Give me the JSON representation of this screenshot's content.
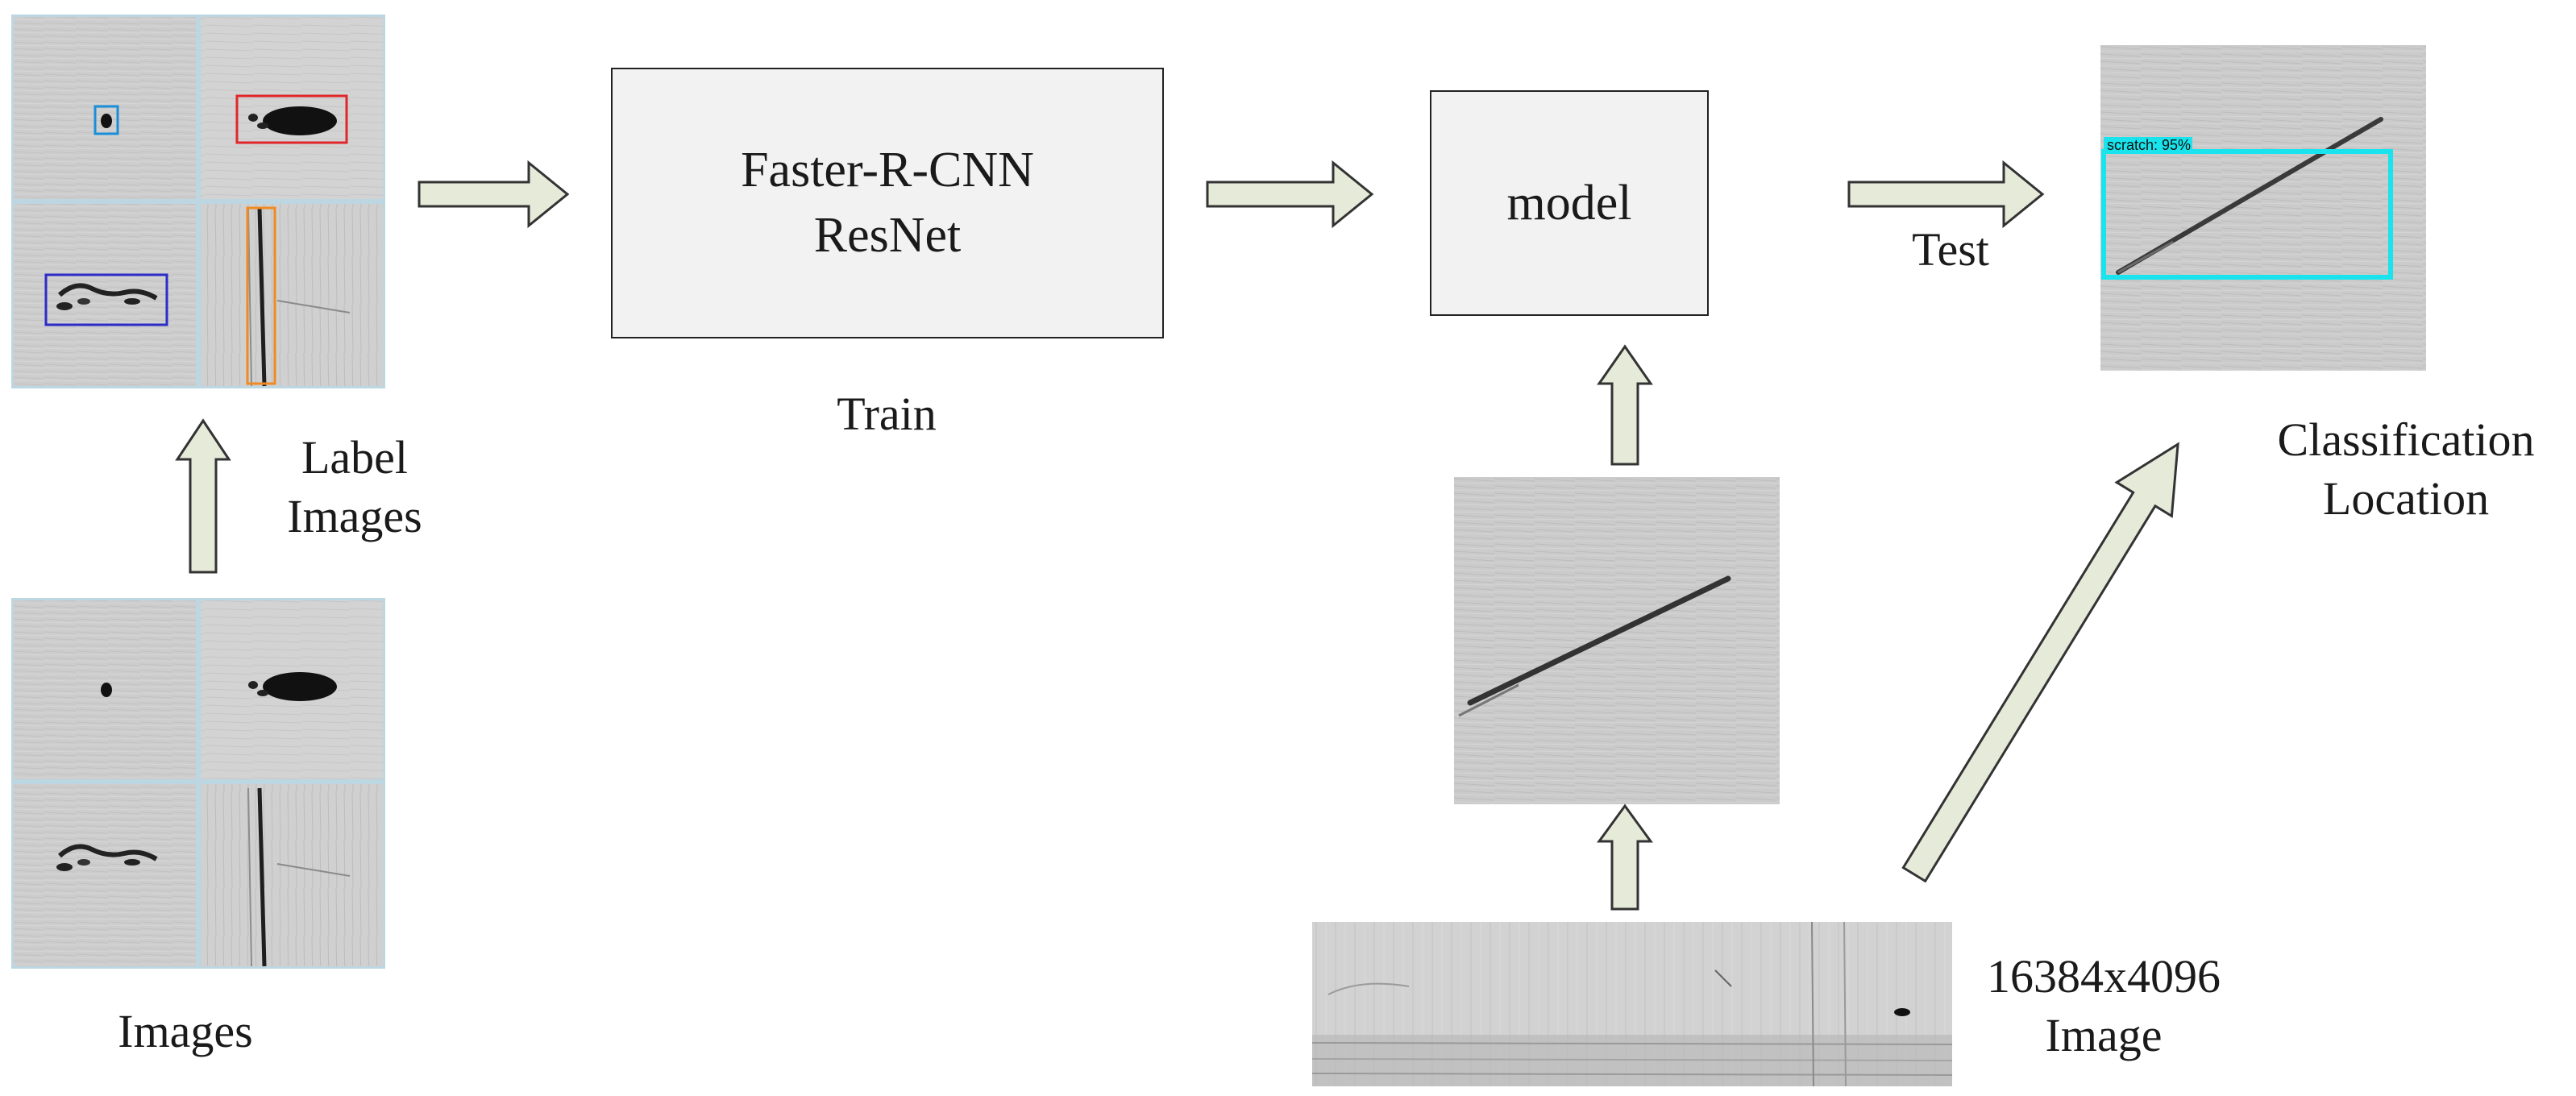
{
  "labels": {
    "label_images": "Label\nImages",
    "images": "Images",
    "train": "Train",
    "test": "Test",
    "classification_location": "Classification\nLocation",
    "big_image": "16384x4096\nImage"
  },
  "boxes": {
    "network": "Faster-R-CNN\nResNet",
    "model": "model"
  },
  "result": {
    "detection_label": "scratch: 95%"
  },
  "colors": {
    "arrow_fill": "#e6ead9",
    "arrow_stroke": "#333333",
    "box_fill": "#f2f2f2",
    "bbox_defect1": "#1a8fd8",
    "bbox_defect2": "#e0262a",
    "bbox_defect3": "#2c2cc8",
    "bbox_defect4": "#f08a24",
    "bbox_result": "#19e3ec",
    "image_bg": "#cfcfcf"
  }
}
